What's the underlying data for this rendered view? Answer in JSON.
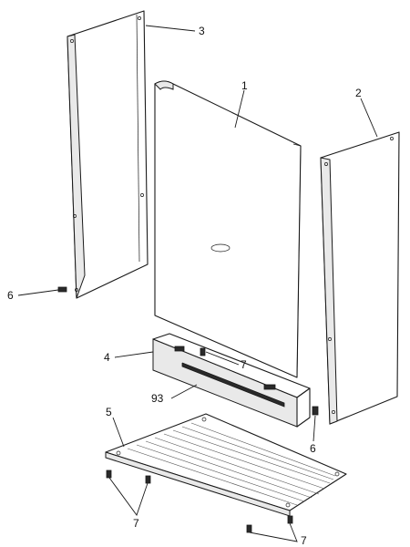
{
  "callouts": {
    "c1": "1",
    "c2": "2",
    "c3": "3",
    "c4": "4",
    "c5": "5",
    "c6_left": "6",
    "c6_right": "6",
    "c7_bracket": "7",
    "c7_bottom_left": "7",
    "c7_bottom_right": "7",
    "c93": "93"
  }
}
